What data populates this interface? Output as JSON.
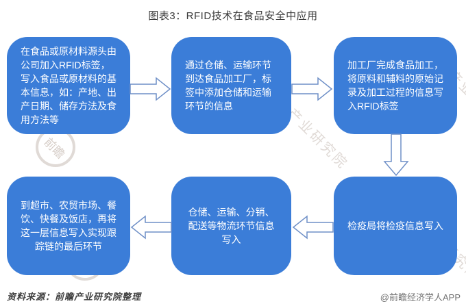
{
  "title": "图表3：RFID技术在食品安全中应用",
  "colors": {
    "box_blue": "#3b7dd8",
    "arrow_outline": "#6e8fc7",
    "title_text": "#3c3c3c",
    "footer_source_text": "#3f3f3f",
    "footer_brand_text": "#737373"
  },
  "flow": {
    "boxes": [
      {
        "id": "step-1",
        "text": "在食品或原材料源头由公司加入RFID标签，写入食品或原材料的基本信息，如：产地、出产日期、储存方法及食用方法等"
      },
      {
        "id": "step-2",
        "text": "通过仓储、运输环节到达食品加工厂，标签中添加仓储和运输环节的信息"
      },
      {
        "id": "step-3",
        "text": "加工厂完成食品加工，将原料和辅料的原始记录及加工过程的信息写入RFID标签"
      },
      {
        "id": "step-4",
        "text": "到超市、农贸市场、餐饮、快餐及饭店，再将这一层信息写入实现跟踪链的最后环节"
      },
      {
        "id": "step-5",
        "text": "仓储、运输、分销、配送等物流环节信息写入"
      },
      {
        "id": "step-6",
        "text": "检疫局将检疫信息写入"
      }
    ],
    "arrows": [
      {
        "from": "step-1",
        "to": "step-2",
        "direction": "right"
      },
      {
        "from": "step-2",
        "to": "step-3",
        "direction": "right"
      },
      {
        "from": "step-3",
        "to": "step-6",
        "direction": "down"
      },
      {
        "from": "step-6",
        "to": "step-5",
        "direction": "left"
      },
      {
        "from": "step-5",
        "to": "step-4",
        "direction": "left"
      }
    ]
  },
  "footer": {
    "source": "资料来源：前瞻产业研究院整理",
    "brand": "@前瞻经济学人APP"
  },
  "watermark": {
    "text": "前瞻产业研究院",
    "logo_text": "前瞻"
  }
}
